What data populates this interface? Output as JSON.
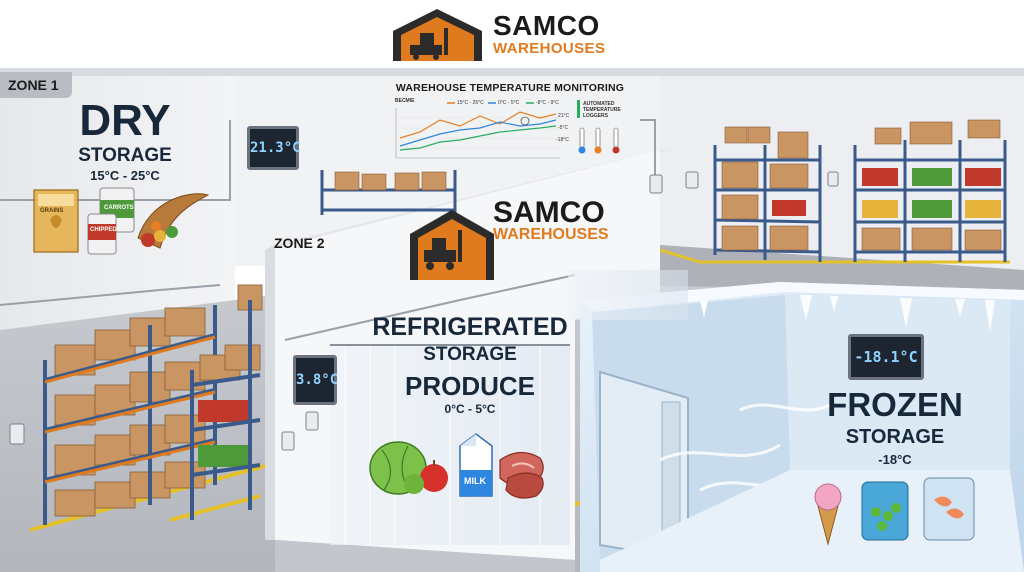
{
  "header": {
    "brand_name": "SAMCO",
    "brand_sub": "WAREHOUSES"
  },
  "zones": {
    "zone1_label": "ZONE 1",
    "zone2_label": "ZONE 2"
  },
  "dry": {
    "title": "DRY",
    "subtitle": "STORAGE",
    "range": "15°C - 25°C",
    "thermostat": "21.3°C",
    "products": [
      "GRAINS",
      "CARROTS",
      "CHIPPED"
    ]
  },
  "monitoring": {
    "title": "WAREHOUSE TEMPERATURE MONITORING",
    "legend": [
      "15°C - 25°C",
      "0°C - 5°C",
      "-8°C - 9°C"
    ],
    "right_labels": [
      "21°C",
      "-5°C",
      "-18°C"
    ],
    "loggers_label": "AUTOMATED TEMPERATURE LOGGERS",
    "axis_label": "BECMIE"
  },
  "refrigerated": {
    "title": "REFRIGERATED",
    "subtitle": "STORAGE",
    "produce": "PRODUCE",
    "range": "0°C - 5°C",
    "thermostat": "3.8°C",
    "milk_label": "MILK"
  },
  "frozen": {
    "title": "FROZEN",
    "subtitle": "STORAGE",
    "range": "-18°C",
    "thermostat": "-18.1°C"
  },
  "colors": {
    "brand_orange": "#e07a1e",
    "text_dark": "#17283a",
    "rack_blue": "#3a5a8c",
    "floor_line_yellow": "#e6c02a",
    "freezer_ice": "#dbe9f5"
  }
}
